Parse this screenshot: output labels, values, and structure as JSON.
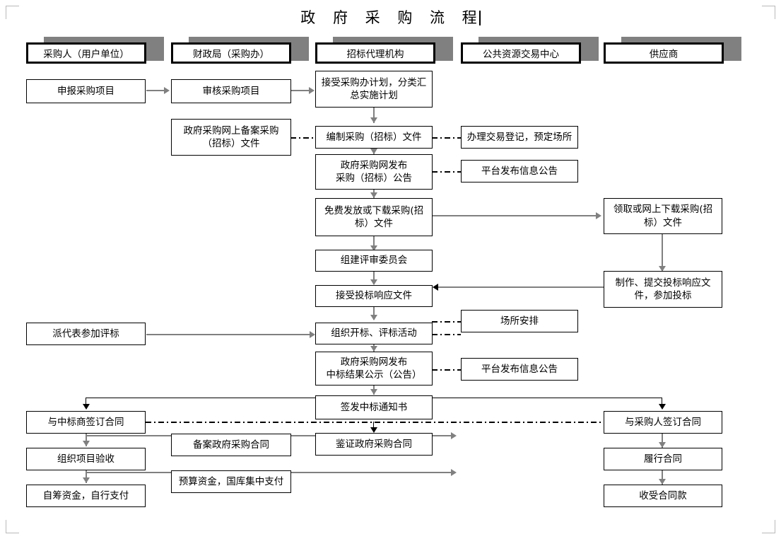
{
  "document": {
    "title": "政府采购流程",
    "title_spaced": "政 府 采 购 流 程"
  },
  "lanes": [
    {
      "id": "lane-buyer",
      "label": "采购人（用户单位）"
    },
    {
      "id": "lane-finance",
      "label": "财政局（采购办）"
    },
    {
      "id": "lane-agency",
      "label": "招标代理机构"
    },
    {
      "id": "lane-exchange",
      "label": "公共资源交易中心"
    },
    {
      "id": "lane-supplier",
      "label": "供应商"
    }
  ],
  "nodes": {
    "buyer": [
      {
        "id": "declare-project",
        "label": "申报采购项目"
      },
      {
        "id": "send-rep-bid",
        "label": "派代表参加评标"
      },
      {
        "id": "sign-winner",
        "label": "与中标商签订合同"
      },
      {
        "id": "organize-accept",
        "label": "组织项目验收"
      },
      {
        "id": "self-funds",
        "label": "自筹资金，自行支付"
      }
    ],
    "finance": [
      {
        "id": "review-project",
        "label": "审核采购项目"
      },
      {
        "id": "record-docs",
        "line1": "政府采购网上备案采购",
        "line2": "（招标）文件"
      },
      {
        "id": "file-contract",
        "label": "备案政府采购合同"
      },
      {
        "id": "budget-pay",
        "label": "预算资金，国库集中支付"
      }
    ],
    "agency": [
      {
        "id": "accept-plan",
        "line1": "接受采购办计划，分类汇",
        "line2": "总实施计划"
      },
      {
        "id": "prepare-docs",
        "label": "编制采购（招标）文件"
      },
      {
        "id": "publish-notice",
        "line1": "政府采购网发布",
        "line2": "采购（招标）公告"
      },
      {
        "id": "issue-docs",
        "line1": "免费发放或下载采购(招",
        "line2": "标）文件"
      },
      {
        "id": "form-committee",
        "label": "组建评审委员会"
      },
      {
        "id": "accept-bids",
        "label": "接受投标响应文件"
      },
      {
        "id": "open-evaluate",
        "label": "组织开标、评标活动"
      },
      {
        "id": "publish-result",
        "line1": "政府采购网发布",
        "line2": "中标结果公示（公告）"
      },
      {
        "id": "issue-award",
        "label": "签发中标通知书"
      },
      {
        "id": "notarize-contract",
        "label": "鉴证政府采购合同"
      }
    ],
    "exchange": [
      {
        "id": "trade-register",
        "label": "办理交易登记，预定场所"
      },
      {
        "id": "platform-notice-1",
        "label": "平台发布信息公告"
      },
      {
        "id": "venue-arrange",
        "label": "场所安排"
      },
      {
        "id": "platform-notice-2",
        "label": "平台发布信息公告"
      }
    ],
    "supplier": [
      {
        "id": "get-docs",
        "line1": "领取或网上下载采购(招",
        "line2": "标）文件"
      },
      {
        "id": "make-submit-bid",
        "line1": "制作、提交投标响应文",
        "line2": "件，参加投标"
      },
      {
        "id": "sign-with-buyer",
        "label": "与采购人签订合同"
      },
      {
        "id": "perform-contract",
        "label": "履行合同"
      },
      {
        "id": "receive-payment",
        "label": "收受合同款"
      }
    ]
  },
  "colors": {
    "connector": "#808080",
    "connector_dark": "#000000",
    "box_border": "#000000",
    "lane_shadow": "#808080",
    "background": "#ffffff"
  }
}
